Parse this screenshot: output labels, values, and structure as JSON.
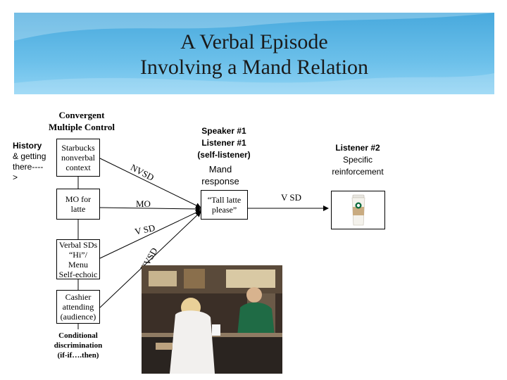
{
  "title": {
    "line1": "A Verbal Episode",
    "line2": "Involving a Mand Relation"
  },
  "convergent": {
    "line1": "Convergent",
    "line2": "Multiple Control"
  },
  "history": {
    "line1": "History",
    "line2": "& getting",
    "line3": "there----",
    "line4": ">"
  },
  "boxes": {
    "context": [
      "Starbucks",
      "nonverbal",
      "context"
    ],
    "mo": [
      "MO for",
      "latte"
    ],
    "verbal_sd": [
      "Verbal SDs",
      "“Hi”/",
      "Menu",
      "Self-echoic"
    ],
    "cashier": [
      "Cashier",
      "attending",
      "(audience)"
    ]
  },
  "conditional": [
    "Conditional",
    "discrimination",
    "(if-if….then)"
  ],
  "speaker": [
    "Speaker #1",
    "Listener #1",
    "(self-listener)"
  ],
  "mand_response": [
    "Mand",
    "response"
  ],
  "utterance": [
    "“Tall latte",
    "please”"
  ],
  "listener2": {
    "title": "Listener #2",
    "lines": [
      "Specific",
      "reinforcement"
    ]
  },
  "arrow_labels": {
    "nvsd_top": "NVSD",
    "mo": "MO",
    "vsd": "V SD",
    "nvsd_bottom": "NVSD",
    "vsd_right": "V SD"
  },
  "colors": {
    "title_band": "#5bb8e6",
    "arrow": "#000000"
  }
}
